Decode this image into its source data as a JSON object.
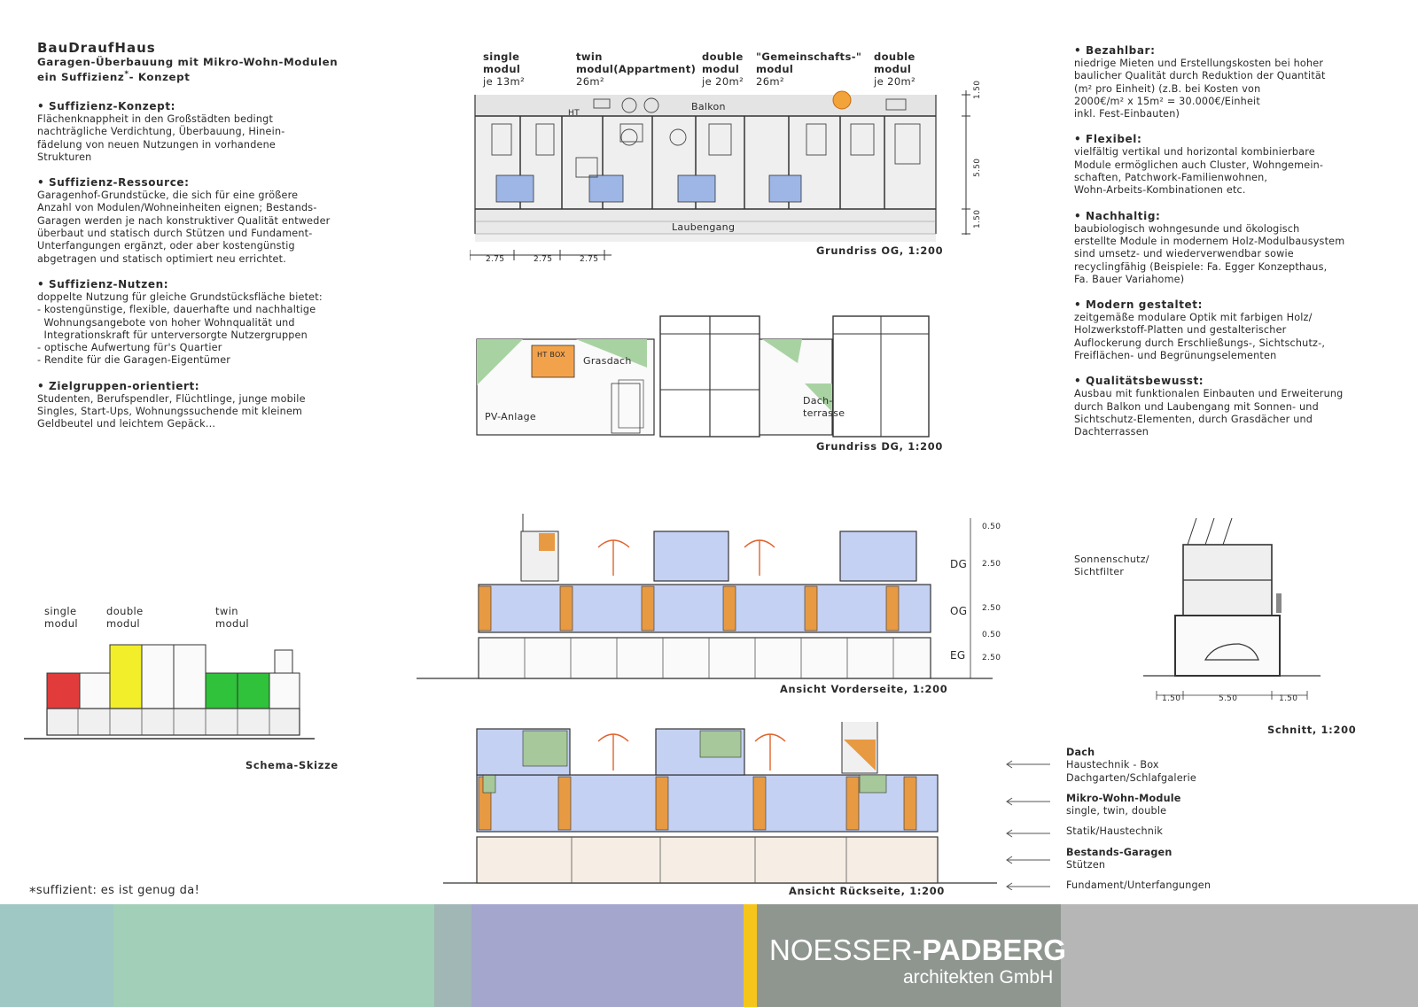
{
  "intro": {
    "title": "BauDraufHaus",
    "subtitle1": "Garagen-Überbauung mit Mikro-Wohn-Modulen",
    "subtitle2_pre": "ein Suffizienz",
    "subtitle2_star": "*",
    "subtitle2_post": "- Konzept"
  },
  "left_sections": [
    {
      "heading": "• Suffizienz-Konzept:",
      "lines": [
        "Flächenknappheit in den Großstädten bedingt",
        "nachträgliche Verdichtung, Überbauung, Hinein-",
        "fädelung von neuen Nutzungen in vorhandene",
        "Strukturen"
      ]
    },
    {
      "heading": "• Suffizienz-Ressource:",
      "lines": [
        "Garagenhof-Grundstücke, die sich für eine größere",
        "Anzahl von Modulen/Wohneinheiten eignen; Bestands-",
        "Garagen werden je nach konstruktiver Qualität entweder",
        "überbaut und statisch durch Stützen und Fundament-",
        "Unterfangungen ergänzt, oder aber kostengünstig",
        "abgetragen und statisch optimiert neu errichtet."
      ]
    },
    {
      "heading": "• Suffizienz-Nutzen:",
      "lines": [
        "doppelte Nutzung für gleiche Grundstücksfläche bietet:",
        "- kostengünstige, flexible, dauerhafte und nachhaltige",
        "  Wohnungsangebote von hoher Wohnqualität und",
        "  Integrationskraft für unterversorgte Nutzergruppen",
        "- optische Aufwertung für's Quartier",
        "- Rendite für die Garagen-Eigentümer"
      ]
    },
    {
      "heading": "• Zielgruppen-orientiert:",
      "lines": [
        "Studenten, Berufspendler, Flüchtlinge, junge mobile",
        "Singles, Start-Ups, Wohnungssuchende mit kleinem",
        "Geldbeutel und leichtem Gepäck..."
      ]
    }
  ],
  "right_sections": [
    {
      "heading": "• Bezahlbar:",
      "lines": [
        "niedrige Mieten und Erstellungskosten bei hoher",
        "baulicher Qualität durch Reduktion der Quantität",
        "(m² pro Einheit) (z.B. bei Kosten von",
        "2000€/m² x 15m² = 30.000€/Einheit",
        "inkl. Fest-Einbauten)"
      ]
    },
    {
      "heading": "• Flexibel:",
      "lines": [
        "vielfältig vertikal und horizontal kombinierbare",
        "Module ermöglichen auch Cluster, Wohngemein-",
        "schaften, Patchwork-Familienwohnen,",
        "Wohn-Arbeits-Kombinationen etc."
      ]
    },
    {
      "heading": "• Nachhaltig:",
      "lines": [
        "baubiologisch wohngesunde und ökologisch",
        "erstellte Module in modernem Holz-Modulbausystem",
        "sind umsetz- und wiederverwendbar sowie",
        "recyclingfähig (Beispiele: Fa. Egger Konzepthaus,",
        "Fa. Bauer Variahome)"
      ]
    },
    {
      "heading": "• Modern gestaltet:",
      "lines": [
        "zeitgemäße modulare Optik mit farbigen Holz/",
        "Holzwerkstoff-Platten und gestalterischer",
        "Auflockerung durch Erschließungs-, Sichtschutz-,",
        "Freiflächen- und Begrünungselementen"
      ]
    },
    {
      "heading": "• Qualitätsbewusst:",
      "lines": [
        "Ausbau mit funktionalen Einbauten und Erweiterung",
        "durch Balkon und Laubengang mit Sonnen- und",
        "Sichtschutz-Elementen, durch Grasdächer und",
        "Dachterrassen"
      ]
    }
  ],
  "module_types": [
    {
      "name": "single\nmodul",
      "area": "je 13m²"
    },
    {
      "name": "twin\nmodul(Appartment)",
      "area": "26m²"
    },
    {
      "name": "double\nmodul",
      "area": "je 20m²"
    },
    {
      "name": "\"Gemeinschafts-\"\nmodul",
      "area": "26m²"
    },
    {
      "name": "double\nmodul",
      "area": "je 20m²"
    }
  ],
  "plan_og": {
    "balkon": "Balkon",
    "laubengang": "Laubengang",
    "ht": "HT",
    "dims_bottom": [
      "2.75",
      "2.75",
      "2.75"
    ],
    "dims_right": [
      "1.50",
      "5.50",
      "1.50"
    ],
    "caption": "Grundriss OG, 1:200"
  },
  "plan_dg": {
    "ht_box": "HT BOX",
    "grasdach": "Grasdach",
    "pv": "PV-Anlage",
    "dachterrasse": "Dach-\nterrasse",
    "caption": "Grundriss DG, 1:200"
  },
  "schema": {
    "labels": [
      "single\nmodul",
      "double\nmodul",
      "twin\nmodul"
    ],
    "caption": "Schema-Skizze",
    "colors": {
      "single": "#e23b3b",
      "double": "#f2ee2a",
      "twin": "#2fc23a"
    }
  },
  "elev_front": {
    "levels": [
      "DG",
      "OG",
      "EG"
    ],
    "dims": [
      "0.50",
      "2.50",
      "2.50",
      "0.50",
      "2.50"
    ],
    "caption": "Ansicht Vorderseite, 1:200"
  },
  "section": {
    "label": "Sonnenschutz/\nSichtfilter",
    "dims": [
      "1.50",
      "5.50",
      "1.50"
    ],
    "caption": "Schnitt, 1:200"
  },
  "elev_rear": {
    "caption": "Ansicht Rückseite, 1:200"
  },
  "legend": [
    {
      "title": "Dach",
      "lines": [
        "Haustechnik - Box",
        "Dachgarten/Schlafgalerie"
      ]
    },
    {
      "title": "Mikro-Wohn-Module",
      "lines": [
        "single, twin, double"
      ]
    },
    {
      "title": "",
      "lines": [
        "Statik/Haustechnik"
      ]
    },
    {
      "title": "Bestands-Garagen",
      "lines": [
        "Stützen"
      ]
    },
    {
      "title": "",
      "lines": [
        "Fundament/Unterfangungen"
      ]
    }
  ],
  "footnote": {
    "star": "*",
    "text": "suffizient: es ist genug da!"
  },
  "footer": {
    "company": "NOESSER-",
    "company_bold": "PADBERG",
    "tagline": "architekten GmbH",
    "colors": [
      "#9fc7c3",
      "#a2cfb7",
      "#a0b7b6",
      "#a4a6ce",
      "#f6c51b",
      "#8f9690",
      "#b6b6b6"
    ]
  }
}
